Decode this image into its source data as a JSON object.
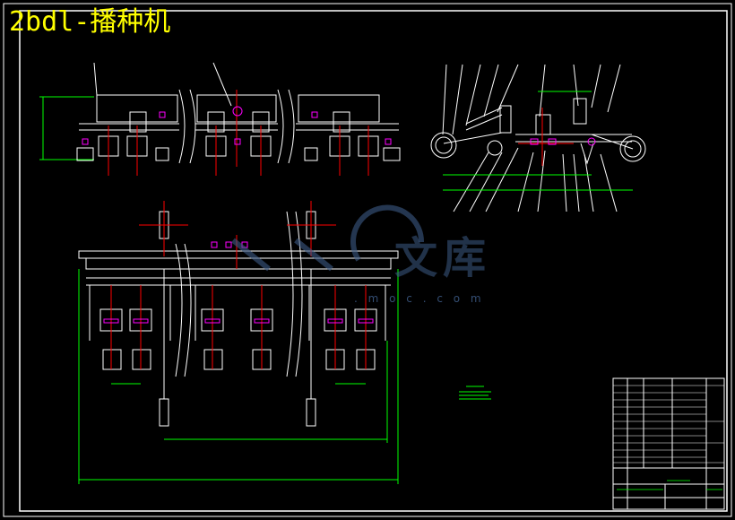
{
  "drawing": {
    "title": "2bdl-播种机",
    "watermark_url": ". m o c . c o m",
    "watermark_brand": "文库"
  },
  "colors": {
    "background": "#000000",
    "frame": "#ffffff",
    "title": "#ffff00",
    "centerline": "#ff0000",
    "highlight": "#ff00ff",
    "dimension": "#00ff00",
    "watermark": "#3d5b86"
  },
  "icons": {
    "watermark_logo": "circle-arc-logo"
  }
}
